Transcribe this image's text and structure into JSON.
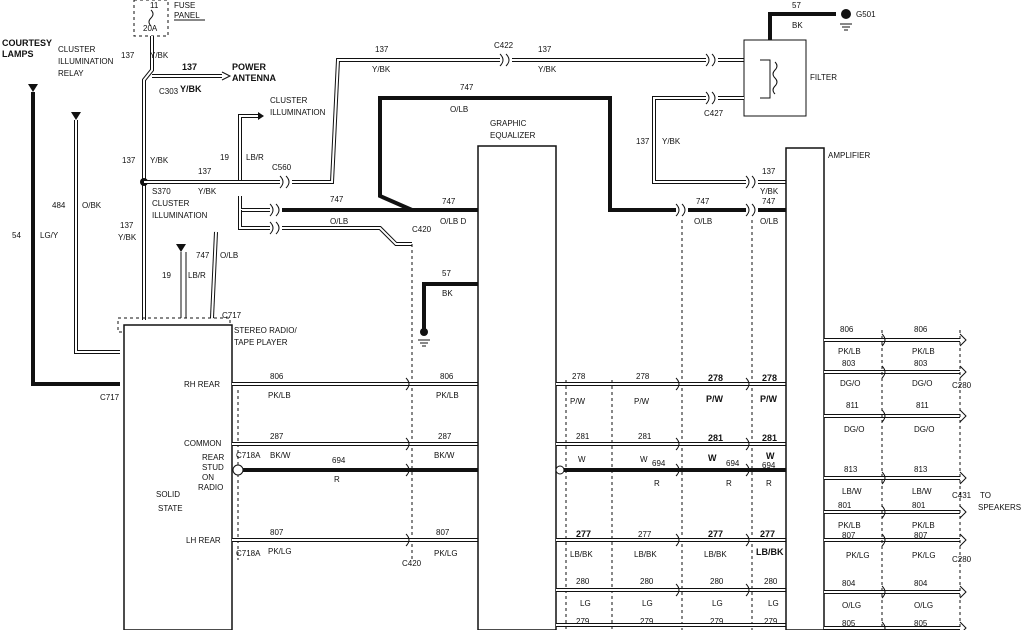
{
  "fuse": {
    "num": "11",
    "amps": "20A",
    "label_1": "FUSE",
    "label_2": "PANEL"
  },
  "ground": {
    "wire": "57",
    "color": "BK",
    "name": "G501"
  },
  "filter": {
    "label": "FILTER",
    "connector": "C427"
  },
  "courtesy": {
    "line1": "COURTESY",
    "line2": "LAMPS",
    "wire": "54",
    "color": "LG/Y"
  },
  "cluster_relay": {
    "line1": "CLUSTER",
    "line2": "ILLUMINATION",
    "line3": "RELAY",
    "wire": "484",
    "color": "O/BK"
  },
  "power_antenna": {
    "line1": "POWER",
    "line2": "ANTENNA",
    "wire": "137",
    "color": "Y/BK",
    "connector": "C303"
  },
  "cluster_illum_top": {
    "line1": "CLUSTER",
    "line2": "ILLUMINATION",
    "wire": "19",
    "color": "LB/R",
    "connector": "C560"
  },
  "splice": {
    "name": "S370",
    "line1": "CLUSTER",
    "line2": "ILLUMINATION"
  },
  "top_run": {
    "wire": "137",
    "color": "Y/BK",
    "connector": "C422"
  },
  "wire747": {
    "num": "747",
    "color": "O/LB",
    "color_d": "O/LB D",
    "connector": "C420"
  },
  "graphic_eq": {
    "line1": "GRAPHIC",
    "line2": "EQUALIZER",
    "ground_wire": "57",
    "ground_color": "BK"
  },
  "amplifier": {
    "label": "AMPLIFIER"
  },
  "radio": {
    "connector": "C717",
    "line1": "STEREO RADIO/",
    "line2": "TAPE PLAYER",
    "solid1": "SOLID",
    "solid2": "STATE",
    "wire19": "19",
    "color19": "LB/R",
    "wire747": "747",
    "color747": "O/LB",
    "left_conn": "C717"
  },
  "pins": {
    "rh_rear": "RH REAR",
    "common": "COMMON",
    "rear1": "REAR",
    "rear2": "STUD",
    "rear3": "ON",
    "rear4": "RADIO",
    "lh_rear": "LH REAR",
    "c718a": "C718A"
  },
  "rows": [
    {
      "num": "806",
      "color": "PK/LB"
    },
    {
      "num": "287",
      "color": "BK/W"
    },
    {
      "num": "694",
      "color": "R"
    },
    {
      "num": "807",
      "color": "PK/LG"
    }
  ],
  "eq_rows": [
    {
      "num": "278",
      "color": "P/W"
    },
    {
      "num": "281",
      "color": "W"
    },
    {
      "num": "694",
      "color": "R"
    },
    {
      "num": "277",
      "color": "LB/BK"
    },
    {
      "num": "280",
      "color": "LG"
    },
    {
      "num": "279",
      "color": ""
    }
  ],
  "eq_287": "287",
  "c420": "C420",
  "amp_rows": [
    {
      "num": "806",
      "color": "PK/LB"
    },
    {
      "num": "803",
      "color": "DG/O"
    },
    {
      "num": "811",
      "color": "DG/O"
    },
    {
      "num": "813",
      "color": "LB/W"
    },
    {
      "num": "801",
      "color": "PK/LB"
    },
    {
      "num": "807",
      "color": "PK/LG"
    },
    {
      "num": "804",
      "color": "O/LG"
    },
    {
      "num": "805",
      "color": ""
    }
  ],
  "speakers": {
    "connector": "C431",
    "to": "TO",
    "label": "SPEAKERS",
    "c280": "C280"
  }
}
